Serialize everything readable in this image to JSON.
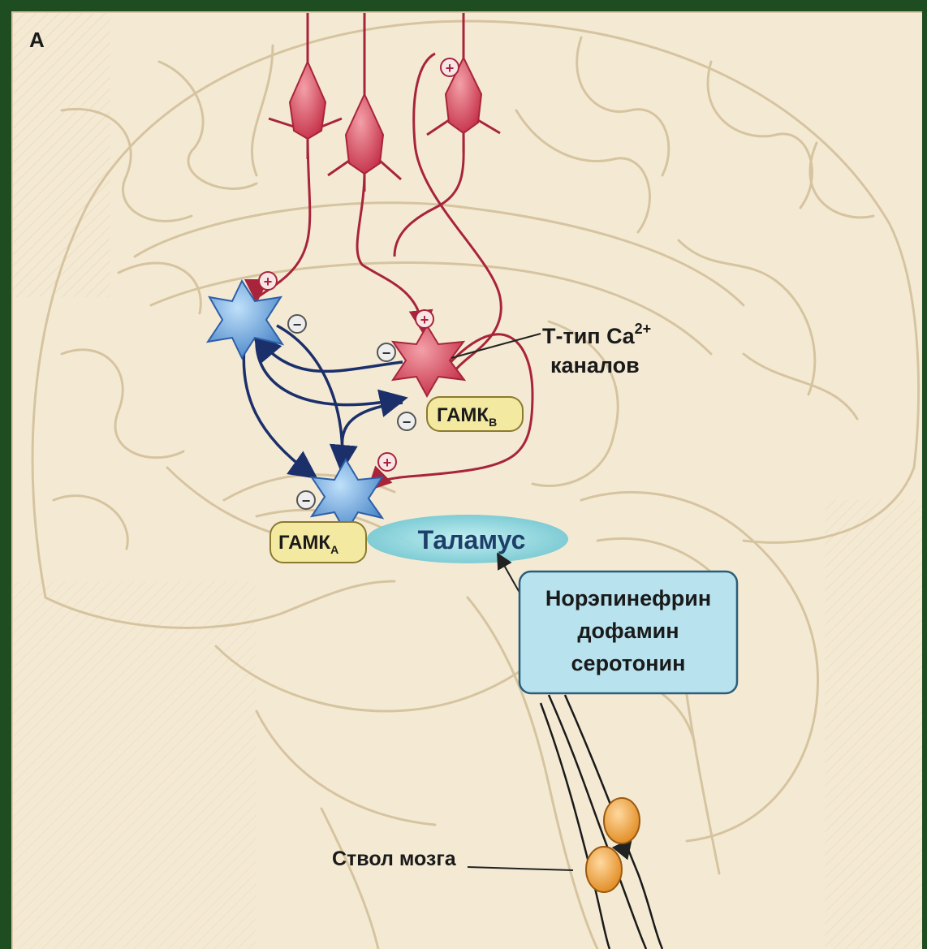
{
  "panel_letter": "A",
  "labels": {
    "t_type": "Т-тип Ca",
    "t_type_sup": "2+",
    "channels": "каналов",
    "gaba_b": "ГАМК",
    "gaba_b_sub": "B",
    "gaba_a": "ГАМК",
    "gaba_a_sub": "A",
    "thalamus": "Таламус",
    "neurotransmitters": [
      "Норэпинефрин",
      "дофамин",
      "серотонин"
    ],
    "brainstem": "Ствол мозга"
  },
  "colors": {
    "background": "#f4ead4",
    "brain_outline": "#d6c4a0",
    "cortical_neuron": "#d9475a",
    "excitatory_path": "#a8243a",
    "inhibitory_path": "#1b2f6b",
    "reticular_neuron": "#5b9bd8",
    "brainstem_neuron": "#f0a23a",
    "label_box": "#f3e9a0",
    "thalamus_fill": "#8fd3dc",
    "nt_box": "#b8e2ee"
  },
  "signs": {
    "plus": "+",
    "minus": "−"
  }
}
